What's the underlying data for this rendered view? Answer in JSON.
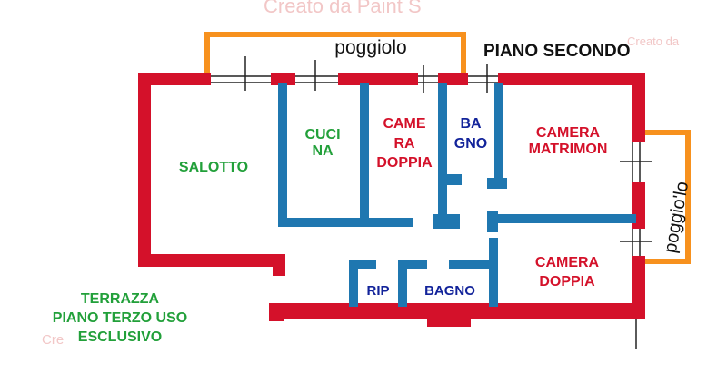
{
  "title": "PIANO SECONDO",
  "watermark": "Creato da Paint S",
  "watermark_small_left": "Cre",
  "watermark_small_right": "Creato da",
  "balcony_top": "poggiolo",
  "balcony_right": "poggio'lo",
  "rooms": {
    "salotto": "SALOTTO",
    "cucina": "CUCI\nNA",
    "camera_doppia_1": "CAME\nRA\nDOPPIA",
    "bagno_1": "BA\nGNO",
    "camera_matrimoniale": "CAMERA\nMATRIMON",
    "camera_doppia_2": "CAMERA\nDOPPIA",
    "rip": "RIP",
    "bagno_2": "BAGNO"
  },
  "terrace": "TERRAZZA\nPIANO TERZO USO\nESCLUSIVO",
  "colors": {
    "exterior_wall": "#d4112a",
    "interior_wall": "#1f77b0",
    "balcony": "#f7911e",
    "green_label": "#22a03a",
    "red_label": "#d4112a",
    "blue_label": "#12239a"
  }
}
